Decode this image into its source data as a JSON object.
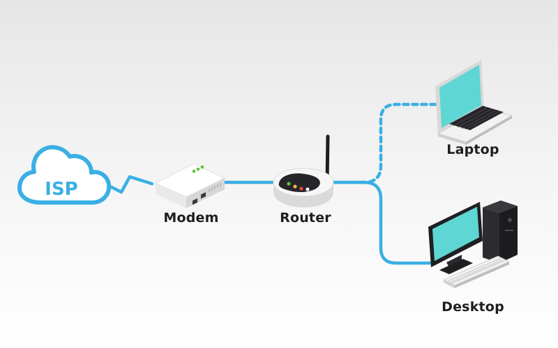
{
  "diagram": {
    "nodes": {
      "isp": {
        "label": "ISP",
        "icon": "cloud-icon"
      },
      "modem": {
        "label": "Modem",
        "icon": "modem-icon"
      },
      "router": {
        "label": "Router",
        "icon": "router-icon"
      },
      "laptop": {
        "label": "Laptop",
        "icon": "laptop-icon"
      },
      "desktop": {
        "label": "Desktop",
        "icon": "desktop-icon"
      }
    },
    "connections": [
      {
        "from": "isp",
        "to": "modem",
        "style": "wireless-zigzag"
      },
      {
        "from": "modem",
        "to": "router",
        "style": "solid"
      },
      {
        "from": "router",
        "to": "laptop",
        "style": "dashed"
      },
      {
        "from": "router",
        "to": "desktop",
        "style": "solid"
      }
    ]
  },
  "colors": {
    "link": "#3aafe4",
    "screen": "#5ed6d3",
    "device_white": "#f7f7f7",
    "device_dark": "#26262a",
    "led_green": "#5fbf3a"
  }
}
